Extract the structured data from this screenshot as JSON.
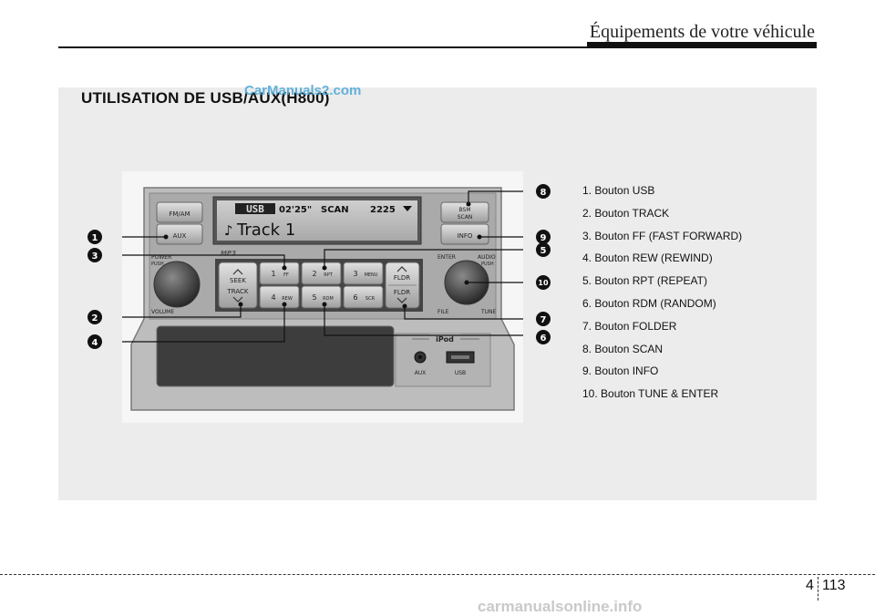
{
  "header": {
    "title": "Équipements de votre véhicule"
  },
  "section": {
    "title": "UTILISATION DE USB/AUX(H800)"
  },
  "watermark": "CarManuals2.com",
  "radio": {
    "display": {
      "source": "USB",
      "time": "02'25\"",
      "mode": "SCAN",
      "number": "2225",
      "track": "Track 1"
    },
    "buttons": {
      "fmam": "FM/AM",
      "aux": "AUX",
      "bsm": "BSM",
      "scan": "SCAN",
      "info": "INFO",
      "power": "POWER",
      "push": "PUSH",
      "volume": "VOLUME",
      "enter": "ENTER",
      "audio": "AUDIO",
      "file": "FILE",
      "tune": "TUNE",
      "seek": "SEEK",
      "track": "TRACK",
      "fldr": "FLDR",
      "p1": "1",
      "p1s": "FF",
      "p2": "2",
      "p2s": "RPT",
      "p3": "3",
      "p3s": "MENU",
      "p4": "4",
      "p4s": "REW",
      "p5": "5",
      "p5s": "RDM",
      "p6": "6",
      "p6s": "SCR"
    },
    "mp3": "MP3",
    "ports": {
      "ipod": "iPod",
      "aux": "AUX",
      "usb": "USB"
    }
  },
  "callouts": [
    "1",
    "2",
    "3",
    "4",
    "5",
    "6",
    "7",
    "8",
    "9",
    "10"
  ],
  "legend": [
    "1. Bouton USB",
    "2. Bouton TRACK",
    "3. Bouton FF (FAST FORWARD)",
    "4. Bouton REW (REWIND)",
    "5. Bouton RPT (REPEAT)",
    "6. Bouton RDM (RANDOM)",
    "7. Bouton FOLDER",
    "8. Bouton SCAN",
    "9. Bouton INFO",
    "10. Bouton TUNE & ENTER"
  ],
  "footer": {
    "chapter": "4",
    "page": "113",
    "watermark": "carmanualsonline.info"
  }
}
